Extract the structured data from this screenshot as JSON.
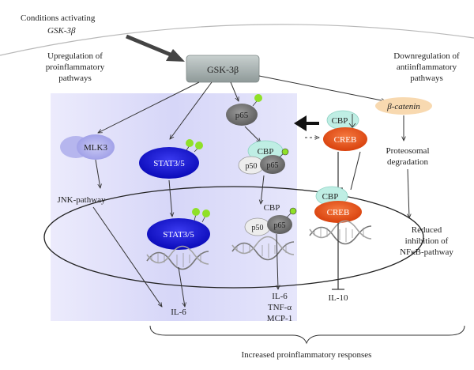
{
  "conditions": {
    "line1": "Conditions activating",
    "line2": "GSK-3β"
  },
  "upregulation": {
    "line1": "Upregulation of",
    "line2": "proinflammatory",
    "line3": "pathways"
  },
  "downregulation": {
    "line1": "Downregulation of",
    "line2": "antiinflammatory",
    "line3": "pathways"
  },
  "gsk3b": "GSK-3β",
  "mlk3": "MLK3",
  "jnk": "JNK-pathway",
  "stat_top": "STAT3/5",
  "stat_nucleus": "STAT3/5",
  "p65_top": "p65",
  "cbp_cyto": "CBP",
  "p50_cyto": "p50",
  "p65_cyto": "p65",
  "cbp_nucleus": "CBP",
  "p50_nucleus": "p50",
  "p65_nucleus": "p65",
  "cbp_creb_top": "CBP",
  "creb_top": "CREB",
  "cbp_creb_nucleus": "CBP",
  "creb_nucleus": "CREB",
  "beta_catenin": "β-catenin",
  "proteosomal": {
    "line1": "Proteosomal",
    "line2": "degradation"
  },
  "reduced": {
    "line1": "Reduced",
    "line2": "inhibition of",
    "line3": "NFκB-pathway"
  },
  "il6_left": "IL-6",
  "nfkb_outputs": {
    "line1": "IL-6",
    "line2": "TNF-α",
    "line3": "MCP-1"
  },
  "il10": "IL-10",
  "increased": "Increased proinflammatory responses",
  "colors": {
    "stat_blue": "#1010d8",
    "creb_red": "#e8501c",
    "cbp_mint": "#bfeee4",
    "p_grey": "#7d7d7d",
    "phospho_green": "#8fe028",
    "beta_cat_orange": "#f8d9b0",
    "shade_blue": "#dcdcfa",
    "gsk_grey": "#a9b2b2"
  }
}
